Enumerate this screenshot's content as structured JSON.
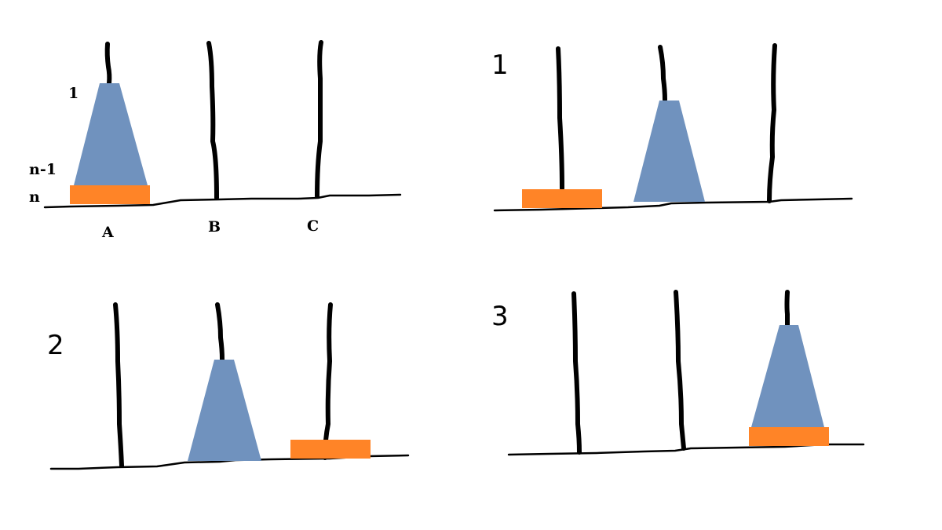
{
  "colors": {
    "disk_n": "#ff8427",
    "disks_1_to_n_minus_1": "#7092be",
    "pegs": "#000000",
    "background": "#ffffff"
  },
  "initial": {
    "disk_labels": {
      "top": "1",
      "second_last": "n-1",
      "bottom": "n"
    },
    "peg_labels": [
      "A",
      "B",
      "C"
    ]
  },
  "steps": [
    {
      "number": "1",
      "disk_n_on": "A",
      "stack_1_to_n_minus_1_on": "B"
    },
    {
      "number": "2",
      "disk_n_on": "C",
      "stack_1_to_n_minus_1_on": "B"
    },
    {
      "number": "3",
      "disk_n_on": "C",
      "stack_1_to_n_minus_1_on": "C"
    }
  ]
}
